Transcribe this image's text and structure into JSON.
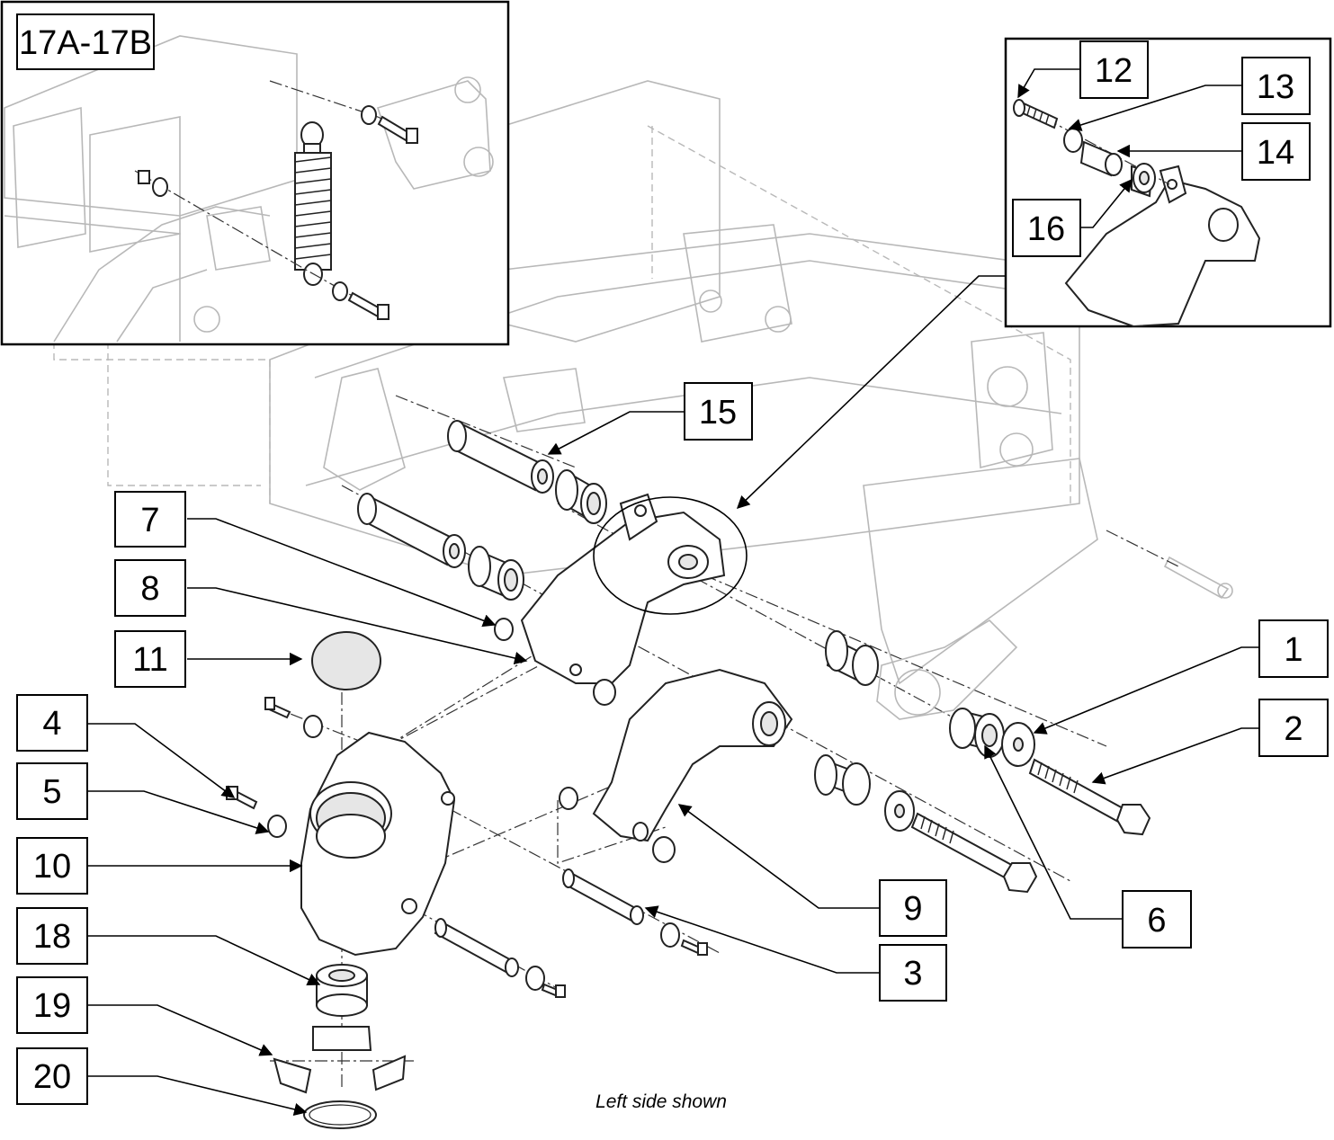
{
  "callouts": {
    "c17": "17A-17B",
    "c12": "12",
    "c13": "13",
    "c14": "14",
    "c16": "16",
    "c15": "15",
    "c7": "7",
    "c8": "8",
    "c11": "11",
    "c4": "4",
    "c5": "5",
    "c10": "10",
    "c18": "18",
    "c19": "19",
    "c20": "20",
    "c1": "1",
    "c2": "2",
    "c6": "6",
    "c9": "9",
    "c3": "3"
  },
  "caption": "Left side shown"
}
